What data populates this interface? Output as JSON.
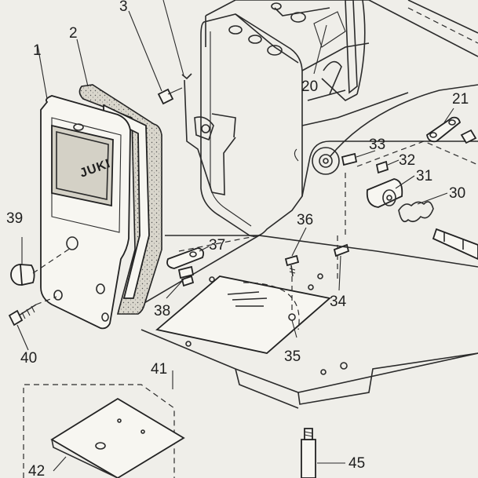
{
  "brand": "JUKI",
  "callouts": [
    {
      "id": "1",
      "text": "1"
    },
    {
      "id": "2",
      "text": "2"
    },
    {
      "id": "3",
      "text": "3"
    },
    {
      "id": "20",
      "text": "20"
    },
    {
      "id": "21",
      "text": "21"
    },
    {
      "id": "30",
      "text": "30"
    },
    {
      "id": "31",
      "text": "31"
    },
    {
      "id": "32",
      "text": "32"
    },
    {
      "id": "33",
      "text": "33"
    },
    {
      "id": "34",
      "text": "34"
    },
    {
      "id": "35",
      "text": "35"
    },
    {
      "id": "36",
      "text": "36"
    },
    {
      "id": "37",
      "text": "37"
    },
    {
      "id": "38",
      "text": "38"
    },
    {
      "id": "39",
      "text": "39"
    },
    {
      "id": "40",
      "text": "40"
    },
    {
      "id": "41",
      "text": "41"
    },
    {
      "id": "42",
      "text": "42"
    },
    {
      "id": "45",
      "text": "45"
    }
  ]
}
